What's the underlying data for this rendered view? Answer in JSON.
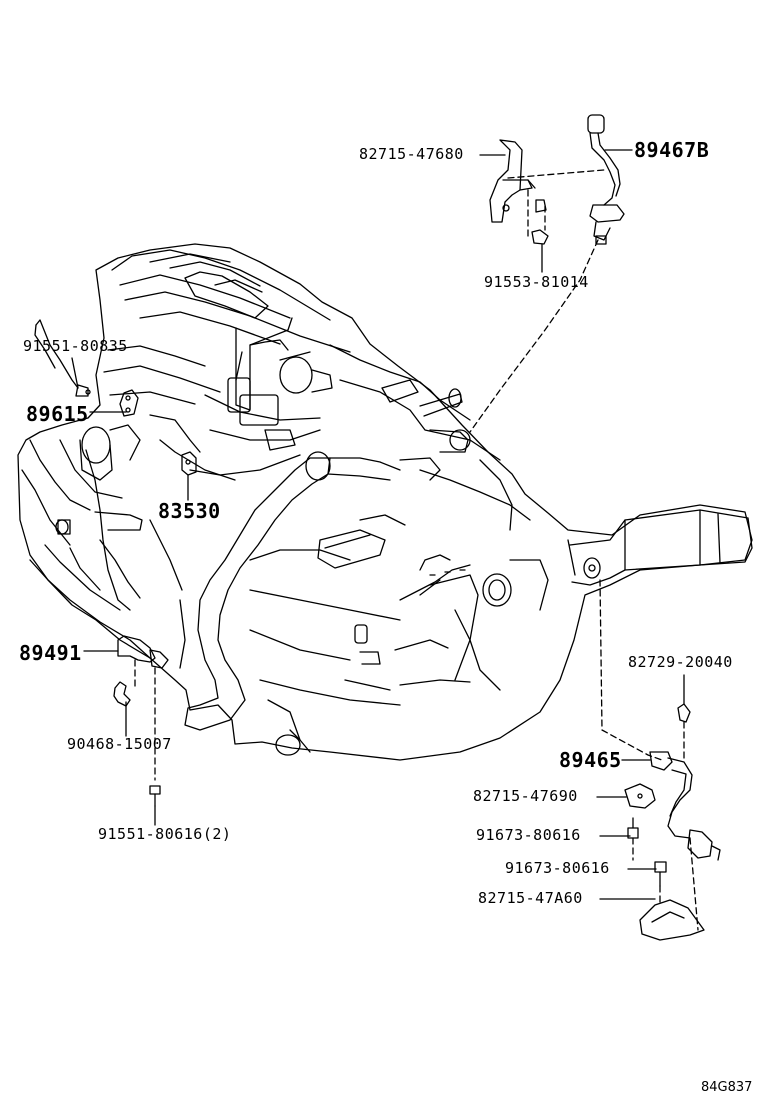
{
  "labels": {
    "p82715_47680": "82715-47680",
    "p89467B": "89467B",
    "p91553_81014": "91553-81014",
    "p91551_80835": "91551-80835",
    "p89615": "89615",
    "p83530": "83530",
    "p89491": "89491",
    "p90468_15007": "90468-15007",
    "p91551_80616": "91551-80616(2)",
    "p82729_20040": "82729-20040",
    "p89465": "89465",
    "p82715_47690": "82715-47690",
    "p91673_80616a": "91673-80616",
    "p91673_80616b": "91673-80616",
    "p82715_47A60": "82715-47A60"
  },
  "figure_code": "84G837"
}
